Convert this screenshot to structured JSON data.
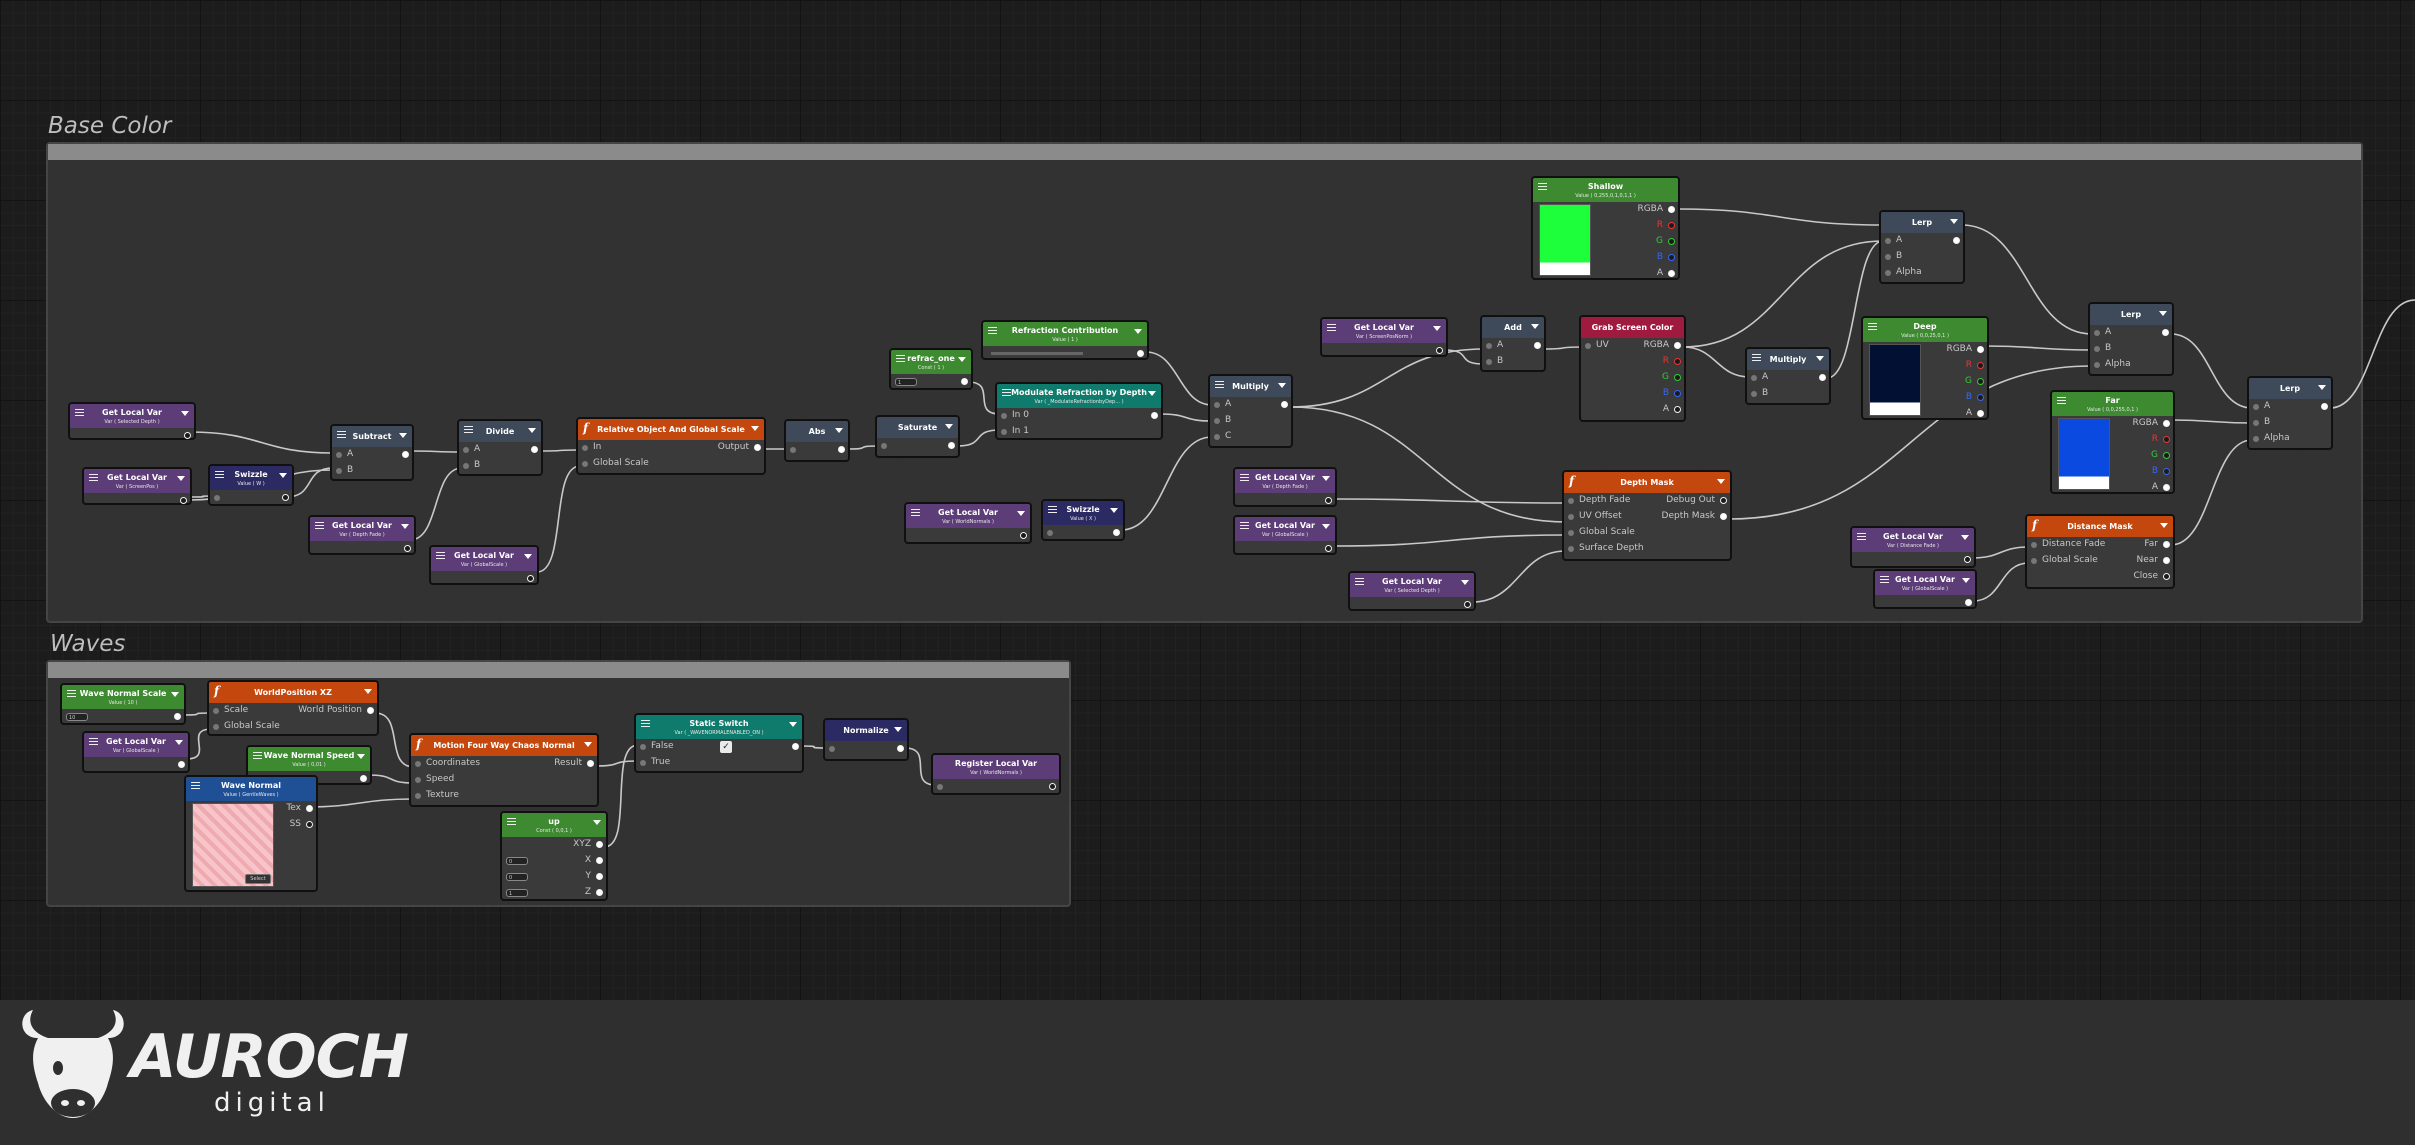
{
  "groups": {
    "base_color": "Base Color",
    "waves": "Waves"
  },
  "labels": {
    "A": "A",
    "B": "B",
    "C": "C",
    "alpha": "Alpha",
    "rgba": "RGBA",
    "r": "R",
    "g": "G",
    "b": "B",
    "a": "A",
    "output": "Output",
    "in": "In",
    "in0": "In 0",
    "in1": "In 1",
    "global_scale": "Global Scale",
    "uv": "UV",
    "depth_fade": "Depth Fade",
    "uv_offset": "UV Offset",
    "surface_depth": "Surface Depth",
    "debug_out": "Debug Out",
    "depth_mask": "Depth Mask",
    "distance_fade": "Distance Fade",
    "far": "Far",
    "near": "Near",
    "close": "Close",
    "scale": "Scale",
    "world_position": "World Position",
    "coordinates": "Coordinates",
    "speed": "Speed",
    "texture": "Texture",
    "result": "Result",
    "false": "False",
    "true": "True",
    "tex": "Tex",
    "ss": "SS",
    "xyz": "XYZ",
    "x": "X",
    "y": "Y",
    "z": "Z",
    "checkmark": "✓"
  },
  "nodes": {
    "getlocal_selected_depth": {
      "title": "Get Local Var",
      "sub": "Var ( Selected Depth )"
    },
    "getlocal_screenpos": {
      "title": "Get Local Var",
      "sub": "Var ( ScreenPos )"
    },
    "swizzle_xy": {
      "title": "Swizzle",
      "sub": "Value ( W )"
    },
    "subtract": {
      "title": "Subtract"
    },
    "getlocal_depth_fade_1": {
      "title": "Get Local Var",
      "sub": "Var ( Depth Fade )"
    },
    "divide": {
      "title": "Divide"
    },
    "getlocal_global_scale_1": {
      "title": "Get Local Var",
      "sub": "Var ( GlobalScale )"
    },
    "relative_object": {
      "title": "Relative Object And Global Scale"
    },
    "abs": {
      "title": "Abs"
    },
    "saturate": {
      "title": "Saturate"
    },
    "refrac_one": {
      "title": "refrac_one",
      "sub": "Const ( 1 )"
    },
    "refraction_contribution": {
      "title": "Refraction Contribution",
      "sub": "Value ( 1 )"
    },
    "modulate_refraction": {
      "title": "Modulate Refraction by Depth",
      "sub": "Var ( _ModulateRefractionbyDep... )"
    },
    "getlocal_world_normals": {
      "title": "Get Local Var",
      "sub": "Var ( WorldNormals )"
    },
    "swizzle_2": {
      "title": "Swizzle",
      "sub": "Value ( X )"
    },
    "multiply_1": {
      "title": "Multiply"
    },
    "getlocal_screenposnorm": {
      "title": "Get Local Var",
      "sub": "Var ( ScreenPosNorm )"
    },
    "getlocal_depth_fade_2": {
      "title": "Get Local Var",
      "sub": "Var ( Depth Fade )"
    },
    "getlocal_global_scale_2": {
      "title": "Get Local Var",
      "sub": "Var ( GlobalScale )"
    },
    "getlocal_selected_depth_2": {
      "title": "Get Local Var",
      "sub": "Var ( Selected Depth )"
    },
    "add": {
      "title": "Add"
    },
    "grab_screen_color": {
      "title": "Grab Screen Color"
    },
    "depth_mask": {
      "title": "Depth Mask"
    },
    "shallow": {
      "title": "Shallow",
      "sub": "Value ( 0,255,0,1,0,1,1 )"
    },
    "multiply_2": {
      "title": "Multiply"
    },
    "lerp_1": {
      "title": "Lerp"
    },
    "deep": {
      "title": "Deep",
      "sub": "Value ( 0,0,25,0,1 )"
    },
    "lerp_2": {
      "title": "Lerp"
    },
    "far": {
      "title": "Far",
      "sub": "Value ( 0,0,255,0,1 )"
    },
    "getlocal_distance_fade": {
      "title": "Get Local Var",
      "sub": "Var ( Distance Fade )"
    },
    "getlocal_global_scale_3": {
      "title": "Get Local Var",
      "sub": "Var ( GlobalScale )"
    },
    "distance_mask": {
      "title": "Distance Mask"
    },
    "lerp_3": {
      "title": "Lerp"
    },
    "wave_normal_scale": {
      "title": "Wave Normal Scale",
      "sub": "Value ( 10 )"
    },
    "getlocal_global_scale_w": {
      "title": "Get Local Var",
      "sub": "Var ( GlobalScale )"
    },
    "world_position_xz": {
      "title": "WorldPosition XZ"
    },
    "wave_normal_speed": {
      "title": "Wave Normal Speed",
      "sub": "Value ( 0,01 )"
    },
    "wave_normal": {
      "title": "Wave Normal",
      "sub": "Value ( GentleWaves )"
    },
    "motion_four_way": {
      "title": "Motion Four Way Chaos Normal"
    },
    "up": {
      "title": "up",
      "sub": "Const ( 0,0,1 )"
    },
    "static_switch": {
      "title": "Static Switch",
      "sub": "Var ( _WAVENORMALENABLED_ON )"
    },
    "normalize": {
      "title": "Normalize"
    },
    "register_local_var": {
      "title": "Register Local Var",
      "sub": "Var ( WorldNormals )"
    }
  },
  "colors": {
    "shallow": "#1dff3a",
    "deep": "#021033",
    "far": "#0b4ae0"
  },
  "fields": {
    "wave_normal_scale_value": "10",
    "refrac_one_value": "1",
    "up_x": "0",
    "up_y": "0",
    "up_z": "1",
    "wave_normal_tex_select": "Select"
  },
  "logo": {
    "wordmark": "AUROCH",
    "subtitle": "digital",
    "icon": "bull-head-icon"
  }
}
